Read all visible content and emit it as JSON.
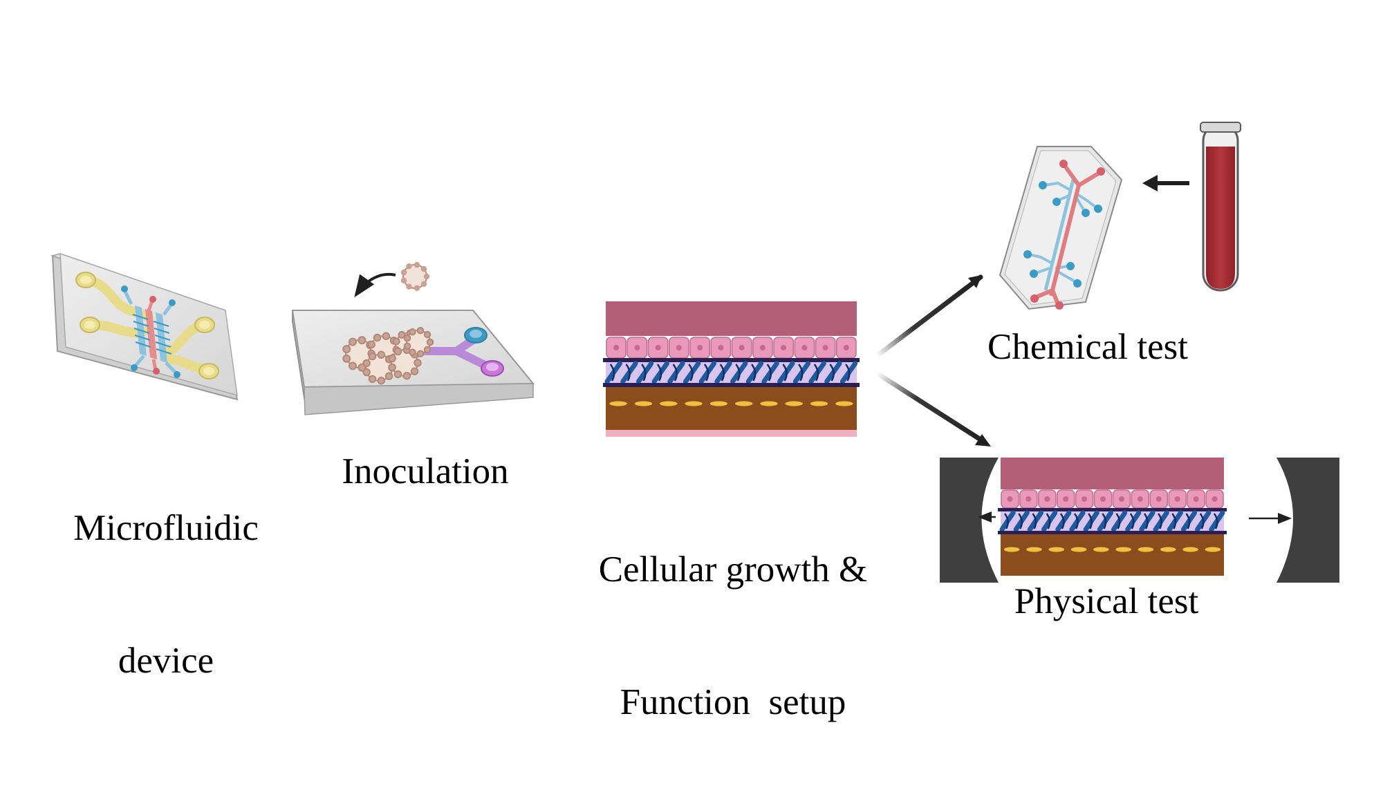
{
  "labels": {
    "microfluidic_line1": "Microfluidic",
    "microfluidic_line2": "device",
    "inoculation": "Inoculation",
    "cellular_line1": "Cellular growth &",
    "cellular_line2": "Function  setup",
    "chemical_test": "Chemical test",
    "physical_test": "Physical test"
  },
  "colors": {
    "chip_glass": "#dcdcdc",
    "yellow_channel": "#e8dc8c",
    "blue_channel": "#8ec3df",
    "red_channel": "#e88b8b",
    "purple_channel": "#b98ad8",
    "magenta_inlet": "#c876d8",
    "teal_inlet": "#3a9bc5",
    "tissue_top": "#b45f78",
    "epithelial_cells": "#e89ab8",
    "fiber_blue": "#1e5aa0",
    "membrane_lilac": "#d8c4ec",
    "tissue_brown": "#8c4d1c",
    "fat_yellow": "#f0c040",
    "blood_red": "#a52c33",
    "stretcher_dark": "#3f3f3f",
    "arrow_dark": "#202020"
  },
  "icons": [
    "microfluidic-chip-icon",
    "cell-spheroid-icon",
    "tissue-layers-icon",
    "organ-chip-icon",
    "blood-tube-icon",
    "stretch-clamp-icon"
  ]
}
